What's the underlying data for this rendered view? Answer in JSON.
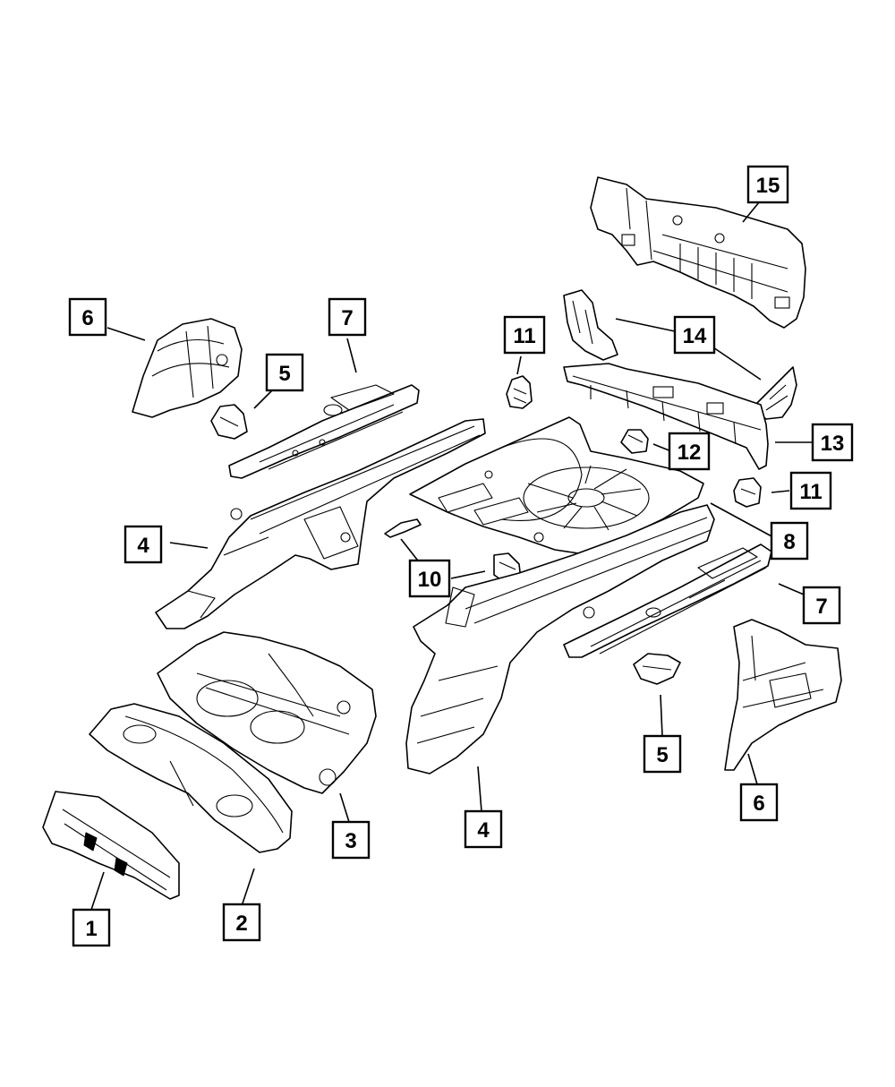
{
  "callouts": [
    {
      "id": "c1",
      "label": "1"
    },
    {
      "id": "c2",
      "label": "2"
    },
    {
      "id": "c3",
      "label": "3"
    },
    {
      "id": "c4a",
      "label": "4"
    },
    {
      "id": "c4b",
      "label": "4"
    },
    {
      "id": "c5a",
      "label": "5"
    },
    {
      "id": "c5b",
      "label": "5"
    },
    {
      "id": "c6a",
      "label": "6"
    },
    {
      "id": "c6b",
      "label": "6"
    },
    {
      "id": "c7a",
      "label": "7"
    },
    {
      "id": "c7b",
      "label": "7"
    },
    {
      "id": "c8",
      "label": "8"
    },
    {
      "id": "c10",
      "label": "10"
    },
    {
      "id": "c11a",
      "label": "11"
    },
    {
      "id": "c11b",
      "label": "11"
    },
    {
      "id": "c12",
      "label": "12"
    },
    {
      "id": "c13",
      "label": "13"
    },
    {
      "id": "c14",
      "label": "14"
    },
    {
      "id": "c15",
      "label": "15"
    }
  ],
  "colors": {
    "line": "#000000",
    "background": "#ffffff"
  }
}
